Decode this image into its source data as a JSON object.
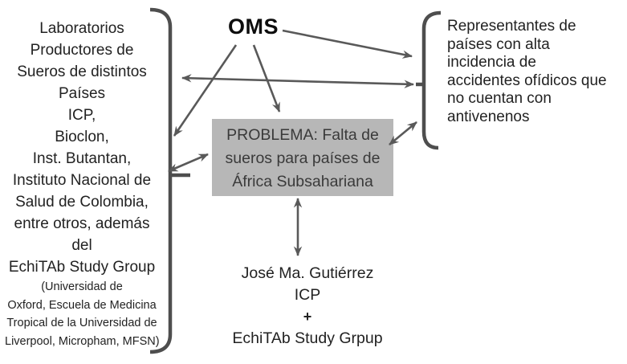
{
  "oms": {
    "label": "OMS"
  },
  "left_block": {
    "main_lines": [
      "Laboratorios",
      "Productores de",
      "Sueros de distintos",
      "Países",
      "ICP,",
      "Bioclon,",
      "Inst. Butantan,",
      "Instituto Nacional de",
      "Salud de Colombia,",
      "entre otros, además",
      "del",
      "EchiTAb Study Group"
    ],
    "small_lines": [
      "(Universidad de",
      "Oxford, Escuela de Medicina",
      "Tropical de la Universidad de",
      "Liverpool, Micropham, MFSN)"
    ]
  },
  "problem_box": {
    "lines": [
      "PROBLEMA: Falta de",
      "sueros para países de",
      "África Subsahariana"
    ]
  },
  "right_block": {
    "lines": [
      "Representantes de",
      "países con alta",
      "incidencia de",
      "accidentes ofídicos que",
      "no cuentan con",
      "antivenenos"
    ]
  },
  "bottom_block": {
    "lines": [
      "José Ma. Gutiérrez",
      "ICP",
      "+",
      "EchiTAb Study Grpup"
    ]
  },
  "colors": {
    "arrow": "#595959",
    "bracket": "#4e4e4e",
    "box_bg": "#b7b7b7",
    "box_text": "#3a3a3a",
    "text": "#222222"
  }
}
